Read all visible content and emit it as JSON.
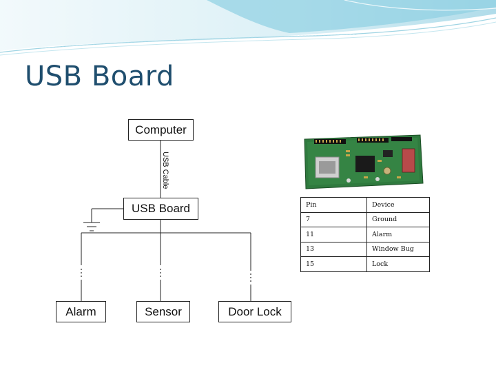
{
  "slide": {
    "title": "USB Board"
  },
  "diagram": {
    "nodes": {
      "computer": "Computer",
      "usb_board": "USB Board",
      "alarm": "Alarm",
      "sensor": "Sensor",
      "door_lock": "Door Lock"
    },
    "cable_label": "USB Cable"
  },
  "pin_table": {
    "header": [
      "Pin",
      "Device"
    ],
    "rows": [
      [
        "7",
        "Ground"
      ],
      [
        "11",
        "Alarm"
      ],
      [
        "13",
        "Window Bug"
      ],
      [
        "15",
        "Lock"
      ]
    ]
  },
  "colors": {
    "title": "#1f4e6e",
    "banner_light": "#cfeaf2",
    "banner_mid": "#7fc6dc",
    "board_green": "#2f7a3e"
  }
}
